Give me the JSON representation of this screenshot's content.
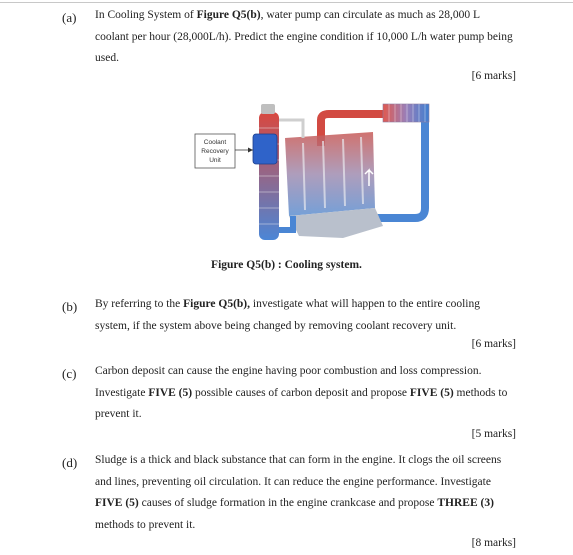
{
  "qa": {
    "label": "(a)",
    "t1": "In Cooling System of ",
    "b1": "Figure Q5(b)",
    "t2": ", water pump can circulate as much as 28,000 L coolant per hour (28,000L/h). Predict the engine condition  if 10,000 L/h water pump being used.",
    "marks": "[6 marks]"
  },
  "figure": {
    "box_line1": "Coolant",
    "box_line2": "Recovery",
    "box_line3": "Unit",
    "caption": "Figure Q5(b) : Cooling system."
  },
  "qb": {
    "label": "(b)",
    "t1": "By referring to the ",
    "b1": "Figure Q5(b),",
    "t2": " investigate what will happen to the entire cooling system, if the system above being changed by removing coolant recovery unit.",
    "marks": "[6 marks]"
  },
  "qc": {
    "label": "(c)",
    "t1": "Carbon deposit can cause the engine having poor combustion and loss compression. Investigate ",
    "b1": "FIVE (5)",
    "t2": " possible causes of carbon deposit and propose ",
    "b2": "FIVE (5)",
    "t3": " methods to prevent it.",
    "marks": "[5 marks]"
  },
  "qd": {
    "label": "(d)",
    "t1": "Sludge is a thick and black substance that can form in the engine. It clogs the oil screens and lines, preventing oil circulation. It can reduce the engine performance. Investigate ",
    "b1": "FIVE (5)",
    "t2": " causes of sludge formation in the engine crankcase and propose ",
    "b2": "THREE (3)",
    "t3": " methods to prevent it.",
    "marks": "[8 marks]"
  }
}
